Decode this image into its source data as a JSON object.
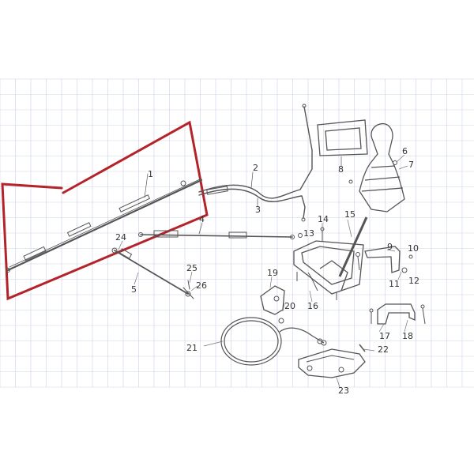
{
  "colors": {
    "background": "#ffffff",
    "grid": "#c9d3e6",
    "ink": "#444444",
    "highlight": "#b5232a"
  },
  "callouts": {
    "p1": "1",
    "p2": "2",
    "p3": "3",
    "p4": "4",
    "p5": "5",
    "p6": "6",
    "p7": "7",
    "p8": "8",
    "p9": "9",
    "p10": "10",
    "p11": "11",
    "p12": "12",
    "p13": "13",
    "p14": "14",
    "p15": "15",
    "p16": "16",
    "p17": "17",
    "p18": "18",
    "p19": "19",
    "p20": "20",
    "p21": "21",
    "p22": "22",
    "p23": "23",
    "p24": "24",
    "p25": "25",
    "p26": "26"
  }
}
